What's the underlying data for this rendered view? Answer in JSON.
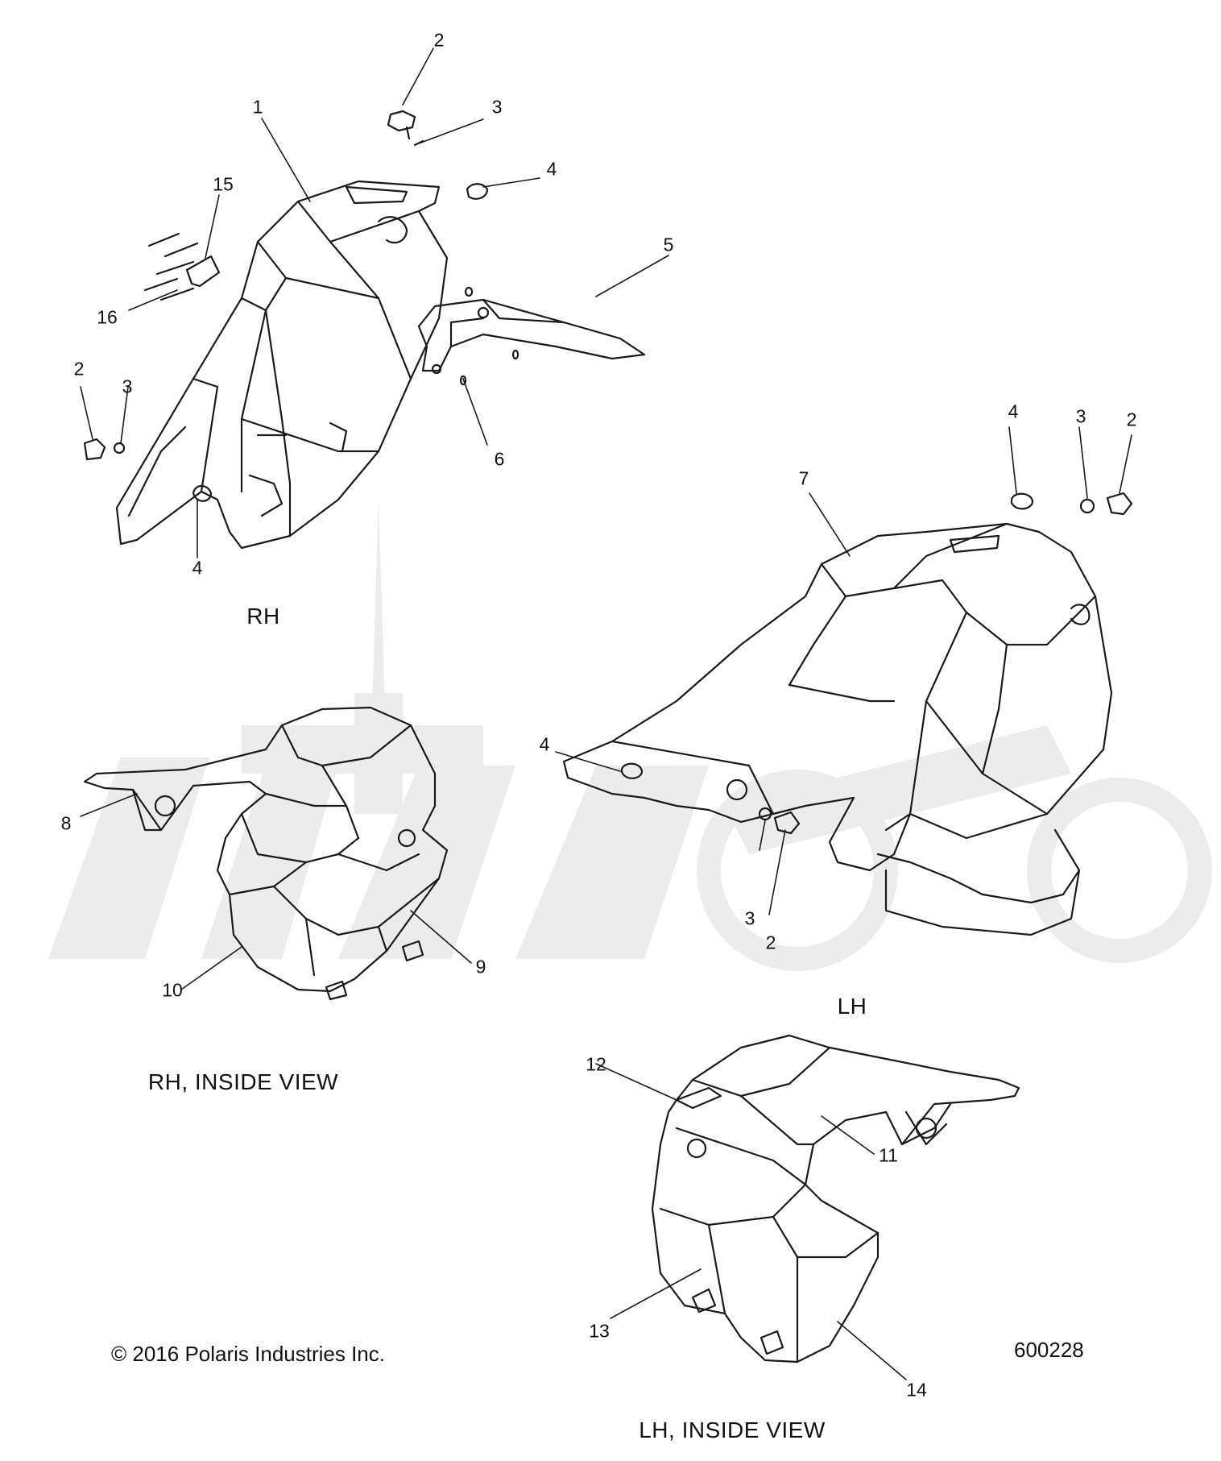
{
  "diagram": {
    "views": [
      {
        "id": "rh",
        "label": "RH"
      },
      {
        "id": "lh",
        "label": "LH"
      },
      {
        "id": "rh-inside",
        "label": "RH, INSIDE VIEW"
      },
      {
        "id": "lh-inside",
        "label": "LH, INSIDE VIEW"
      }
    ],
    "callouts": [
      "1",
      "2",
      "3",
      "4",
      "5",
      "6",
      "15",
      "16",
      "2",
      "3",
      "4",
      "4",
      "3",
      "2",
      "7",
      "4",
      "3",
      "2",
      "8",
      "9",
      "10",
      "12",
      "11",
      "13",
      "14"
    ],
    "copyright": "© 2016 Polaris Industries Inc.",
    "figure_number": "600228"
  },
  "colors": {
    "line": "#1a1a1a",
    "watermark": "#e6e6e6",
    "background": "#ffffff"
  }
}
